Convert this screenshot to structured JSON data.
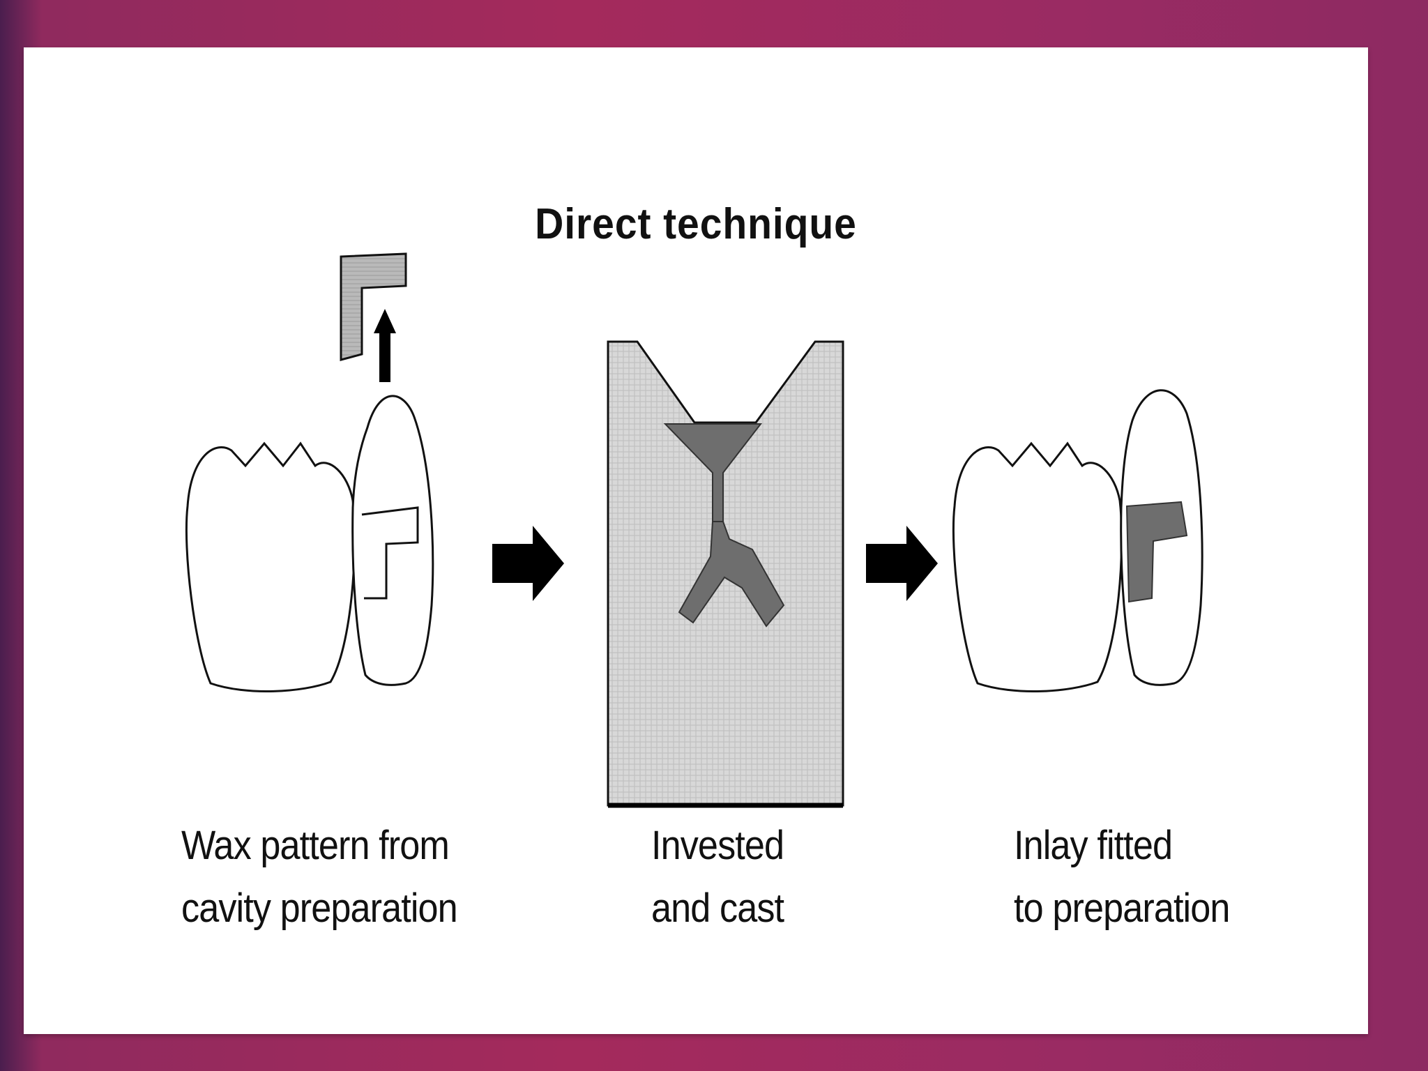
{
  "title": "Direct technique",
  "steps": [
    {
      "line1": "Wax pattern from",
      "line2": "cavity preparation"
    },
    {
      "line1": "Invested",
      "line2": "and cast"
    },
    {
      "line1": "Inlay fitted",
      "line2": "to preparation"
    }
  ],
  "colors": {
    "background": "#a42a5c",
    "panel": "#ffffff",
    "investment": "#d4d4d4",
    "wax": "#6b6b6b"
  }
}
